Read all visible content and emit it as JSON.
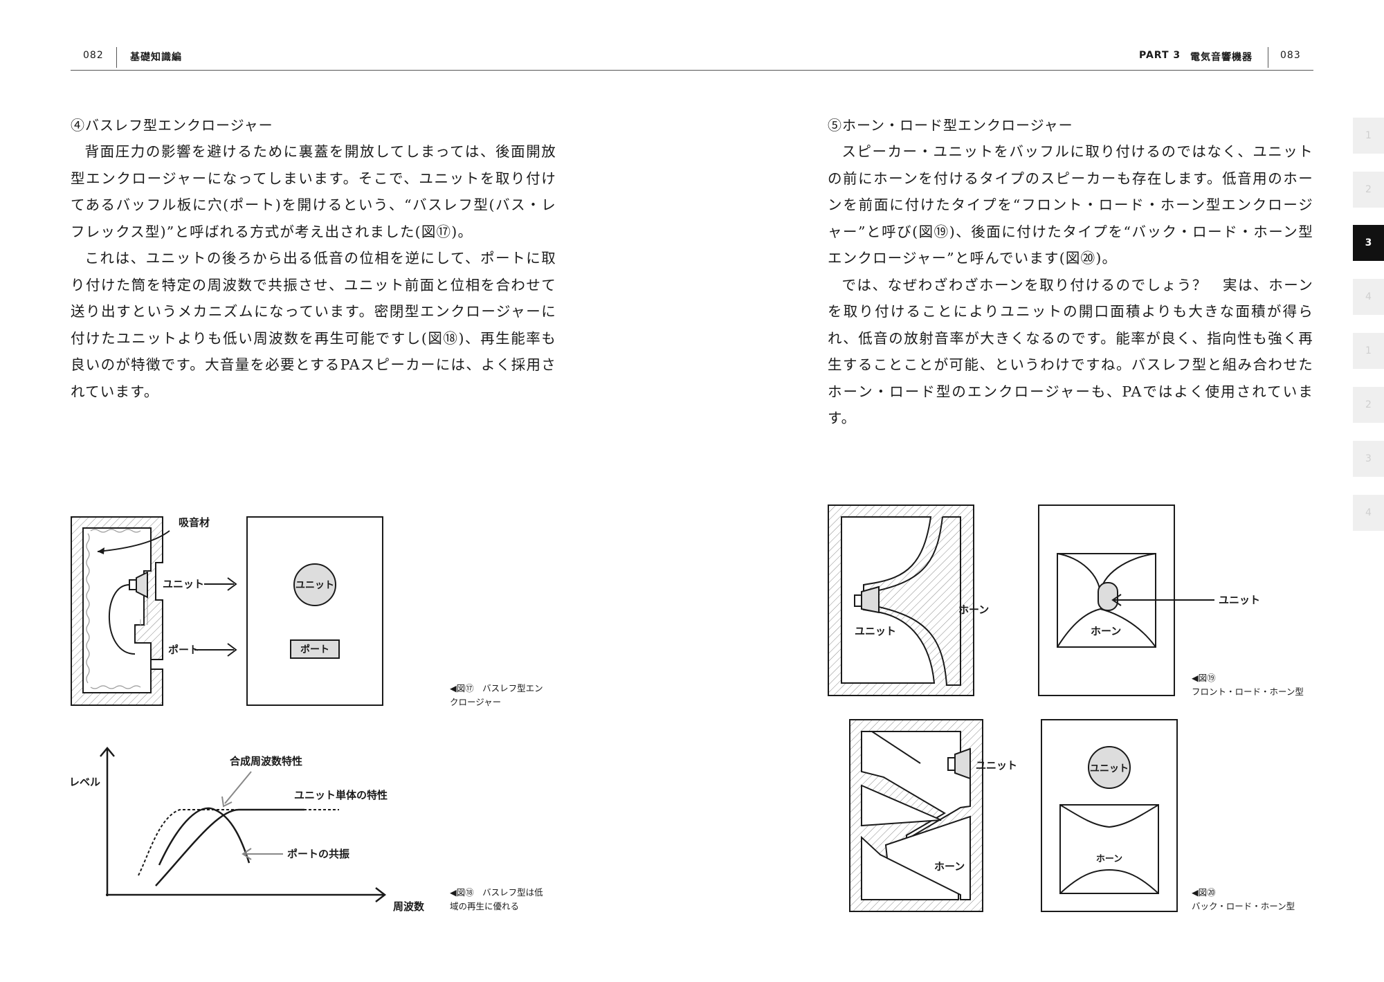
{
  "header": {
    "left_page_num": "082",
    "left_section": "基礎知識編",
    "right_part": "PART 3",
    "right_section": "電気音響機器",
    "right_page_num": "083"
  },
  "left": {
    "title": "④バスレフ型エンクロージャー",
    "paragraphs": [
      "背面圧力の影響を避けるために裏蓋を開放してしまっては、後面開放型エンクロージャーになってしまいます。そこで、ユニットを取り付けてあるバッフル板に穴(ポート)を開けるという、“バスレフ型(バス・レフレックス型)”と呼ばれる方式が考え出されました(図⑰)。",
      "これは、ユニットの後ろから出る低音の位相を逆にして、ポートに取り付けた筒を特定の周波数で共振させ、ユニット前面と位相を合わせて送り出すというメカニズムになっています。密閉型エンクロージャーに付けたユニットよりも低い周波数を再生可能ですし(図⑱)、再生能率も良いのが特徴です。大音量を必要とするPAスピーカーには、よく採用されています。"
    ]
  },
  "right": {
    "title": "⑤ホーン・ロード型エンクロージャー",
    "paragraphs": [
      "スピーカー・ユニットをバッフルに取り付けるのではなく、ユニットの前にホーンを付けるタイプのスピーカーも存在します。低音用のホーンを前面に付けたタイプを“フロント・ロード・ホーン型エンクロージャー”と呼び(図⑲)、後面に付けたタイプを“バック・ロード・ホーン型エンクロージャー”と呼んでいます(図⑳)。",
      "では、なぜわざわざホーンを取り付けるのでしょう？　実は、ホーンを取り付けることによりユニットの開口面積よりも大きな面積が得られ、低音の放射音率が大きくなるのです。能率が良く、指向性も強く再生することことが可能、というわけですね。バスレフ型と組み合わせたホーン・ロード型のエンクロージャーも、PAではよく使用されています。"
    ]
  },
  "side_tabs": [
    "1",
    "2",
    "3",
    "4",
    "1",
    "2",
    "3",
    "4"
  ],
  "fig17": {
    "absorber": "吸音材",
    "unit_arrow": "ユニット",
    "port_arrow": "ポート",
    "unit_front": "ユニット",
    "port_front": "ポート",
    "caption_1": "◀図⑰　バスレフ型エン",
    "caption_2": "クロージャー"
  },
  "fig18": {
    "ylabel": "レベル",
    "xlabel": "周波数",
    "combined": "合成周波数特性",
    "unit_only": "ユニット単体の特性",
    "port_res": "ポートの共振",
    "caption_1": "◀図⑱　バスレフ型は低",
    "caption_2": "域の再生に優れる"
  },
  "fig19": {
    "horn_side": "ホーン",
    "unit_side": "ユニット",
    "unit_arrow": "ユニット",
    "horn_front": "ホーン",
    "caption_1": "◀図⑲",
    "caption_2": "フロント・ロード・ホーン型"
  },
  "fig20": {
    "unit_side": "ユニット",
    "horn_side": "ホーン",
    "unit_front": "ユニット",
    "horn_front": "ホーン",
    "caption_1": "◀図⑳",
    "caption_2": "バック・ロード・ホーン型"
  }
}
